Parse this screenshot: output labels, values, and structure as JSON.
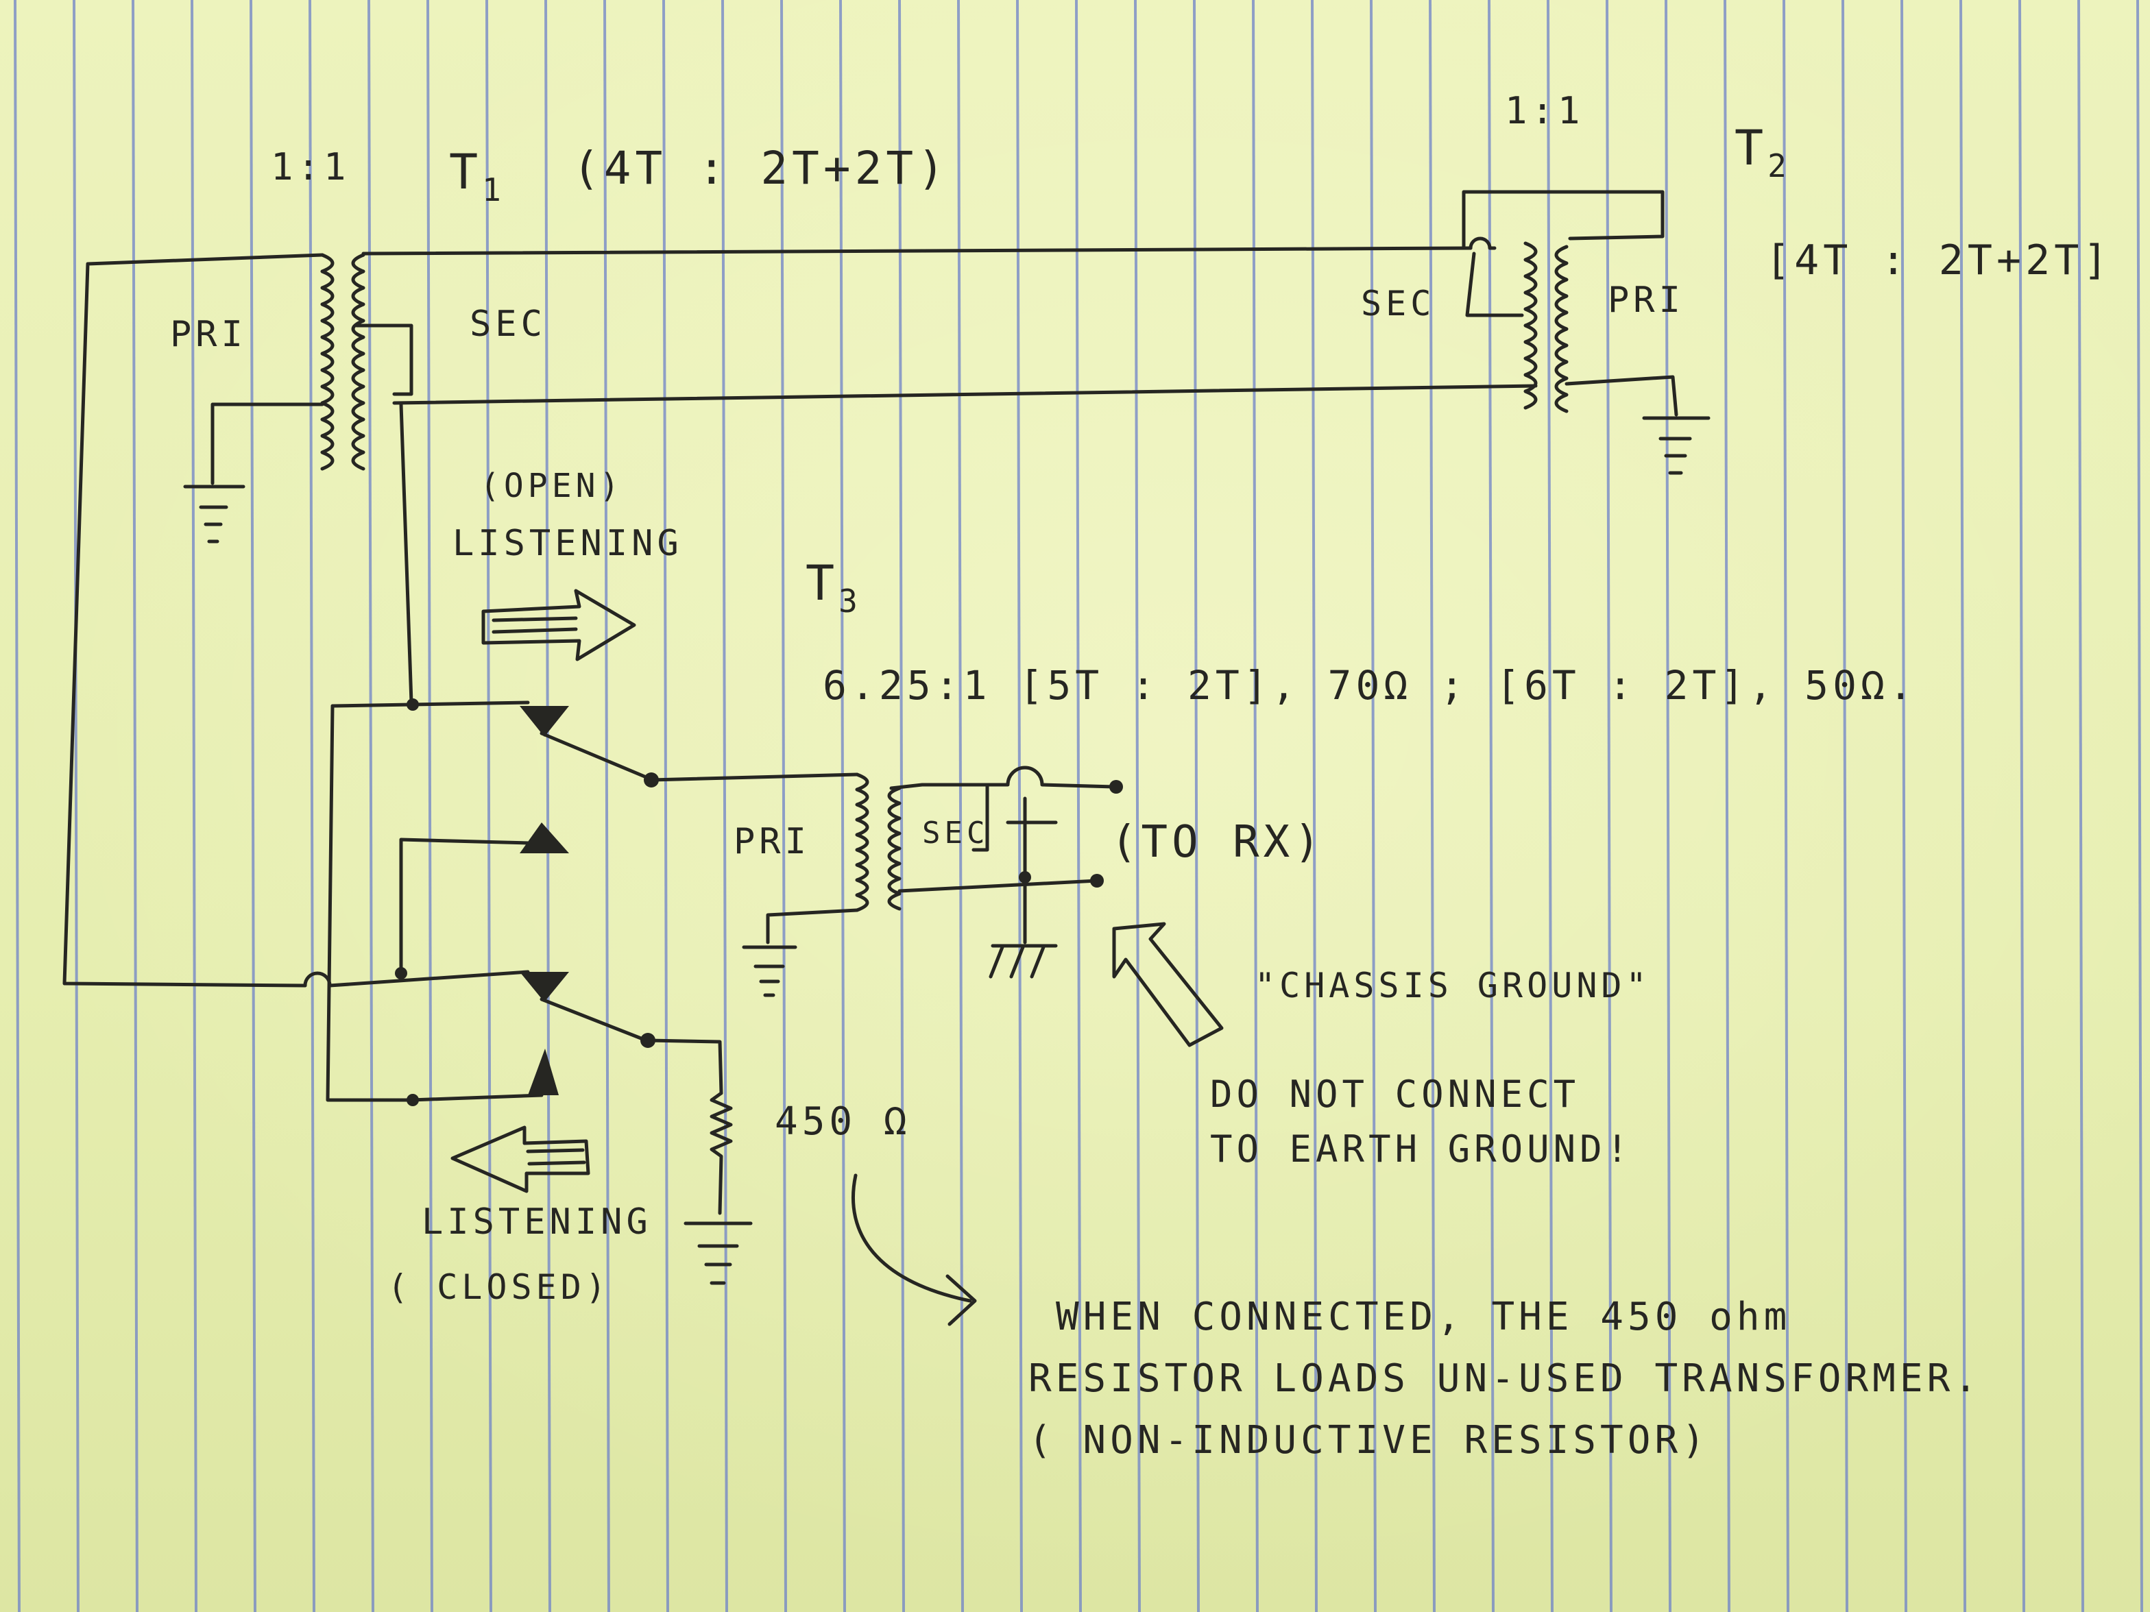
{
  "labels": {
    "t1_ratio": "1:1",
    "t1_name": "T",
    "t1_sub": "1",
    "t1_windings": "(4T : 2T+2T)",
    "t1_pri": "PRI",
    "t1_sec": "SEC",
    "t2_ratio": "1:1",
    "t2_name": "T",
    "t2_sub": "2",
    "t2_windings": "[4T : 2T+2T]",
    "t2_sec": "SEC",
    "t2_pri": "PRI",
    "open_line1": "(OPEN)",
    "open_line2": "LISTENING",
    "t3_name": "T",
    "t3_sub": "3",
    "t3_spec": "6.25:1   [5T : 2T], 70Ω ; [6T : 2T], 50Ω.",
    "t3_pri": "PRI",
    "t3_sec": "SEC",
    "to_rx": "(TO  RX)",
    "chassis_ground": "\"CHASSIS GROUND\"",
    "warning_line1": "DO NOT CONNECT",
    "warning_line2": "TO EARTH GROUND!",
    "resistor_value": "450 Ω",
    "closed_line1": "LISTENING",
    "closed_line2": "( CLOSED)",
    "note_line1": "WHEN CONNECTED, THE 450 ohm",
    "note_line2": "RESISTOR LOADS UN-USED TRANSFORMER.",
    "note_line3": "( NON-INDUCTIVE RESISTOR)"
  },
  "colors": {
    "ink": "#262622",
    "paper": "#e9f0b4",
    "blue_rule": "#6d82c8",
    "red_margin": "#c98a8a"
  }
}
